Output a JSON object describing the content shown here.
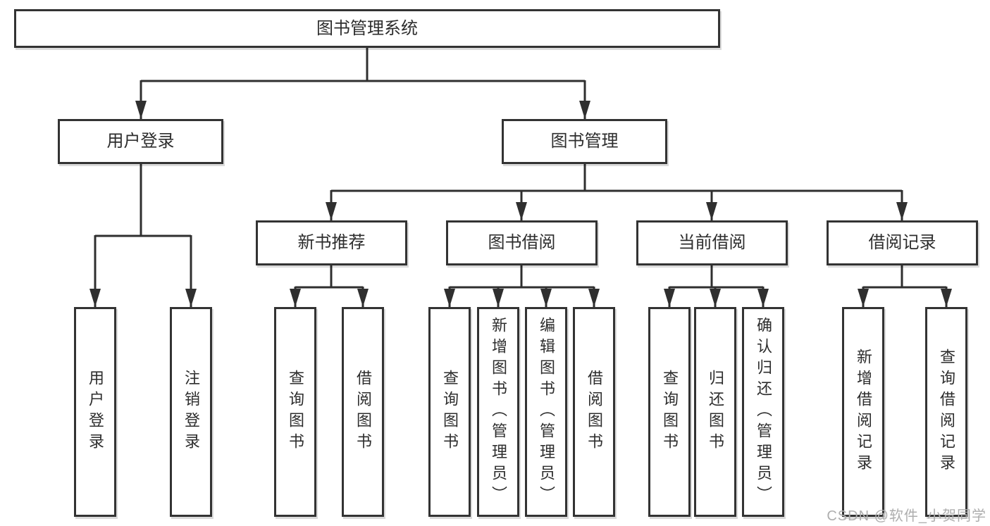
{
  "tree": {
    "root": {
      "label": "图书管理系统"
    },
    "branches": [
      {
        "label": "用户登录",
        "children": [
          {
            "label": "用户登录"
          },
          {
            "label": "注销登录"
          }
        ]
      },
      {
        "label": "图书管理",
        "groups": [
          {
            "label": "新书推荐",
            "children": [
              {
                "label": "查询图书"
              },
              {
                "label": "借阅图书"
              }
            ]
          },
          {
            "label": "图书借阅",
            "children": [
              {
                "label": "查询图书"
              },
              {
                "label": "新增图书（管理员）"
              },
              {
                "label": "编辑图书（管理员）"
              },
              {
                "label": "借阅图书"
              }
            ]
          },
          {
            "label": "当前借阅",
            "children": [
              {
                "label": "查询图书"
              },
              {
                "label": "归还图书"
              },
              {
                "label": "确认归还（管理员）"
              }
            ]
          },
          {
            "label": "借阅记录",
            "children": [
              {
                "label": "新增借阅记录"
              },
              {
                "label": "查询借阅记录"
              }
            ]
          }
        ]
      }
    ]
  },
  "watermark": {
    "text": "CSDN @软件_小贺同学"
  },
  "colors": {
    "line": "#2f2f2f",
    "box_border": "#333333",
    "text": "#2d2d2d",
    "watermark": "#aeaeae",
    "background": "#ffffff"
  }
}
